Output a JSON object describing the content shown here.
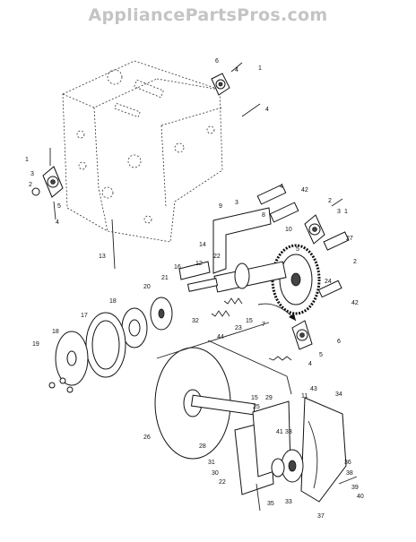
{
  "watermark": "AppliancePartsPros.com",
  "callouts": [
    {
      "id": "c1a",
      "text": "1"
    },
    {
      "id": "c6a",
      "text": "6"
    },
    {
      "id": "c4a",
      "text": "4"
    },
    {
      "id": "c4b",
      "text": "4"
    },
    {
      "id": "c1b",
      "text": "1"
    },
    {
      "id": "c3a",
      "text": "3"
    },
    {
      "id": "c2a",
      "text": "2"
    },
    {
      "id": "c5a",
      "text": "5"
    },
    {
      "id": "c4c",
      "text": "4"
    },
    {
      "id": "c13",
      "text": "13"
    },
    {
      "id": "c14",
      "text": "14"
    },
    {
      "id": "c9",
      "text": "9"
    },
    {
      "id": "c3b",
      "text": "3"
    },
    {
      "id": "c8",
      "text": "8"
    },
    {
      "id": "c10",
      "text": "10"
    },
    {
      "id": "c4d",
      "text": "4"
    },
    {
      "id": "c42a",
      "text": "42"
    },
    {
      "id": "c2b",
      "text": "2"
    },
    {
      "id": "c3c",
      "text": "3"
    },
    {
      "id": "c1c",
      "text": "1"
    },
    {
      "id": "c27",
      "text": "27"
    },
    {
      "id": "c5b",
      "text": "5"
    },
    {
      "id": "c12",
      "text": "12"
    },
    {
      "id": "c16",
      "text": "16"
    },
    {
      "id": "c22a",
      "text": "22"
    },
    {
      "id": "c21",
      "text": "21"
    },
    {
      "id": "c20",
      "text": "20"
    },
    {
      "id": "c2c",
      "text": "2"
    },
    {
      "id": "c24",
      "text": "24"
    },
    {
      "id": "c42b",
      "text": "42"
    },
    {
      "id": "c18",
      "text": "18"
    },
    {
      "id": "c17",
      "text": "17"
    },
    {
      "id": "c32",
      "text": "32"
    },
    {
      "id": "c15a",
      "text": "15"
    },
    {
      "id": "c23",
      "text": "23"
    },
    {
      "id": "c44",
      "text": "44"
    },
    {
      "id": "c7",
      "text": "7"
    },
    {
      "id": "c6b",
      "text": "6"
    },
    {
      "id": "c5c",
      "text": "5"
    },
    {
      "id": "c4e",
      "text": "4"
    },
    {
      "id": "c19",
      "text": "19"
    },
    {
      "id": "c18b",
      "text": "18"
    },
    {
      "id": "c43",
      "text": "43"
    },
    {
      "id": "c11",
      "text": "11"
    },
    {
      "id": "c34",
      "text": "34"
    },
    {
      "id": "c25",
      "text": "25"
    },
    {
      "id": "c15b",
      "text": "15"
    },
    {
      "id": "c29",
      "text": "29"
    },
    {
      "id": "c41",
      "text": "41"
    },
    {
      "id": "c33a",
      "text": "33"
    },
    {
      "id": "c26",
      "text": "26"
    },
    {
      "id": "c28",
      "text": "28"
    },
    {
      "id": "c31",
      "text": "31"
    },
    {
      "id": "c30",
      "text": "30"
    },
    {
      "id": "c22b",
      "text": "22"
    },
    {
      "id": "c36",
      "text": "36"
    },
    {
      "id": "c38",
      "text": "38"
    },
    {
      "id": "c39",
      "text": "39"
    },
    {
      "id": "c40",
      "text": "40"
    },
    {
      "id": "c35",
      "text": "35"
    },
    {
      "id": "c33b",
      "text": "33"
    },
    {
      "id": "c37",
      "text": "37"
    }
  ]
}
